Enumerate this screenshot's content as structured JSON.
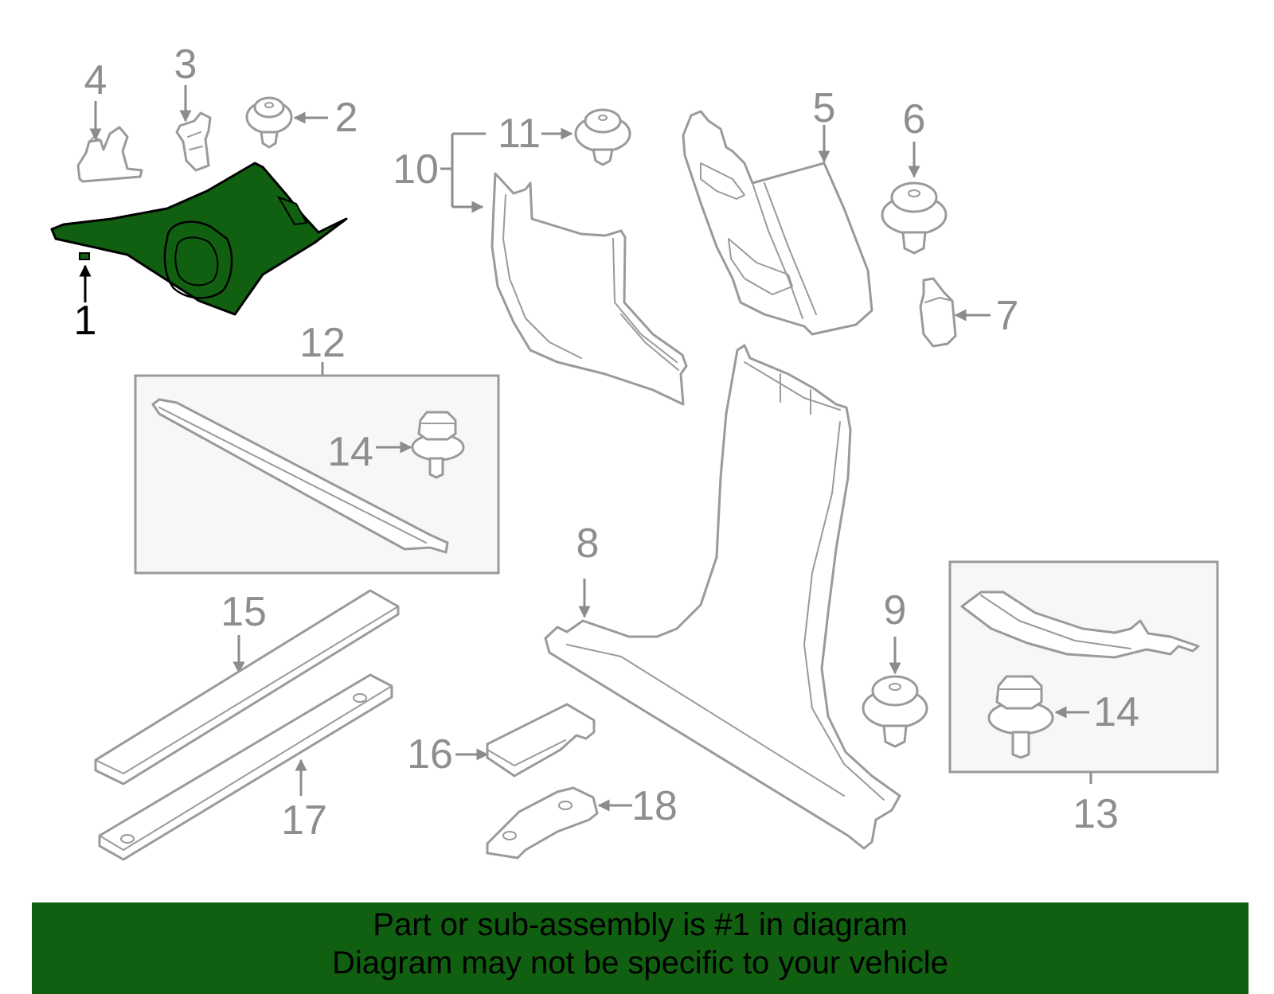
{
  "diagram": {
    "highlight_color": "#116011",
    "highlighted_part": "1",
    "callouts": {
      "c1": "1",
      "c2": "2",
      "c3": "3",
      "c4": "4",
      "c5": "5",
      "c6": "6",
      "c7": "7",
      "c8": "8",
      "c9": "9",
      "c10": "10",
      "c11": "11",
      "c12": "12",
      "c13": "13",
      "c14a": "14",
      "c14b": "14",
      "c15": "15",
      "c16": "16",
      "c17": "17",
      "c18": "18"
    }
  },
  "banner": {
    "line1": "Part or sub-assembly is #1 in diagram",
    "line2": "Diagram may not be specific to your vehicle",
    "background": "#116011"
  }
}
